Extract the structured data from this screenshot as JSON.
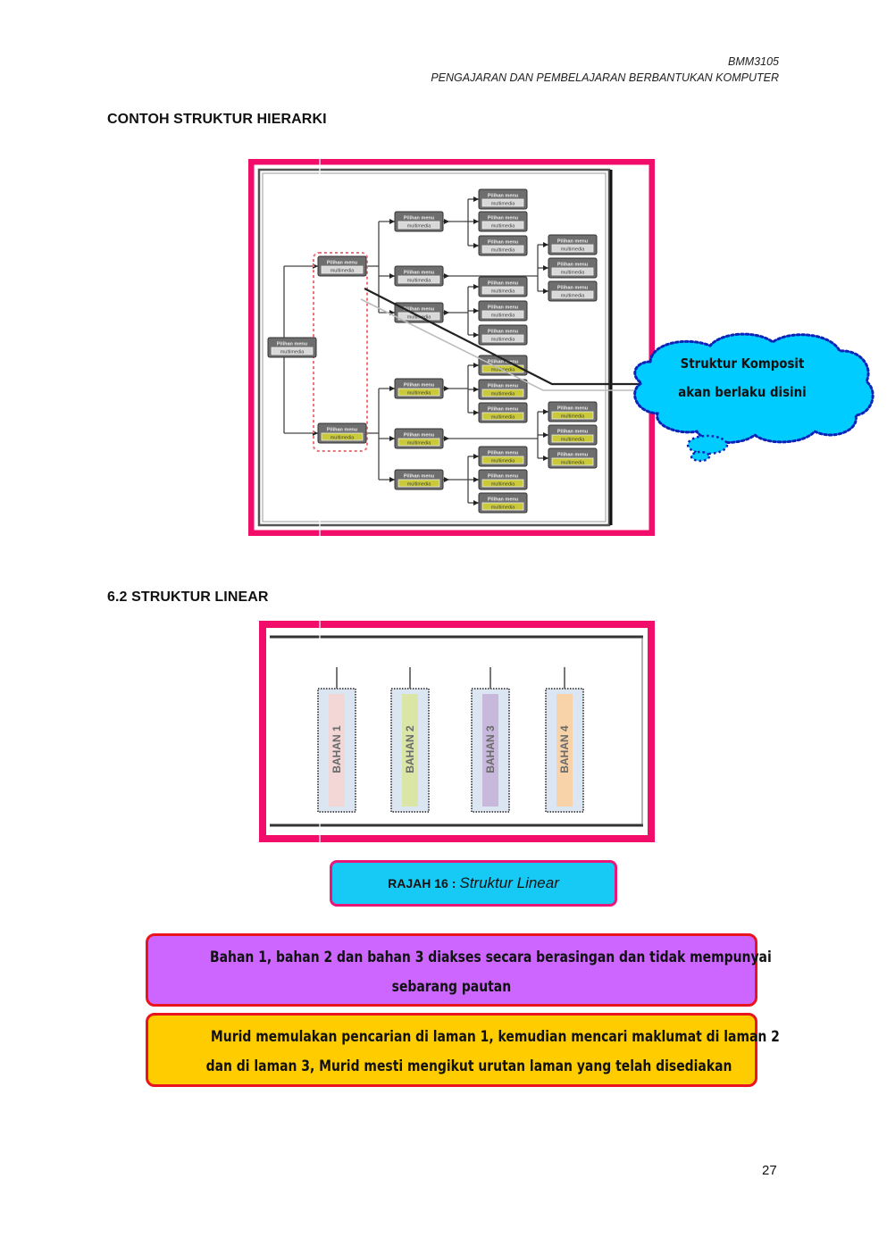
{
  "header": {
    "course_code": "BMM3105",
    "course_title": "PENGAJARAN DAN PEMBELAJARAN BERBANTUKAN KOMPUTER"
  },
  "sections": {
    "hierarchy_title": "CONTOH STRUKTUR HIERARKI",
    "linear_title": "6.2  STRUKTUR LINEAR"
  },
  "hierarchy_diagram": {
    "node_label_line1": "Pilihan menu",
    "node_label_line2": "multimedia",
    "colors": {
      "frame": "#f20d6a",
      "node_fill": "#6e6e6e",
      "node_sub_fill_top": "#d8d8d8",
      "node_sub_fill_bottom": "#c9c93a",
      "dashed_group": "#f0707a"
    },
    "nodes": [
      {
        "id": "root",
        "level": 0,
        "branch": "root"
      },
      {
        "id": "l1-top",
        "level": 1,
        "branch": "top",
        "parent": "root"
      },
      {
        "id": "l1-bottom",
        "level": 1,
        "branch": "bottom",
        "parent": "root"
      },
      {
        "id": "l2-t1",
        "level": 2,
        "branch": "top",
        "parent": "l1-top"
      },
      {
        "id": "l2-t2",
        "level": 2,
        "branch": "top",
        "parent": "l1-top"
      },
      {
        "id": "l2-t3",
        "level": 2,
        "branch": "top",
        "parent": "l1-top"
      },
      {
        "id": "l2-b1",
        "level": 2,
        "branch": "bottom",
        "parent": "l1-bottom"
      },
      {
        "id": "l2-b2",
        "level": 2,
        "branch": "bottom",
        "parent": "l1-bottom"
      },
      {
        "id": "l2-b3",
        "level": 2,
        "branch": "bottom",
        "parent": "l1-bottom"
      },
      {
        "id": "l3-t1a",
        "level": 3,
        "branch": "top",
        "parent": "l2-t1"
      },
      {
        "id": "l3-t1b",
        "level": 3,
        "branch": "top",
        "parent": "l2-t1"
      },
      {
        "id": "l3-t1c",
        "level": 3,
        "branch": "top",
        "parent": "l2-t1"
      },
      {
        "id": "l3-t3a",
        "level": 3,
        "branch": "top",
        "parent": "l2-t3"
      },
      {
        "id": "l3-t3b",
        "level": 3,
        "branch": "top",
        "parent": "l2-t3"
      },
      {
        "id": "l3-t3c",
        "level": 3,
        "branch": "top",
        "parent": "l2-t3"
      },
      {
        "id": "l3-b1a",
        "level": 3,
        "branch": "bottom",
        "parent": "l2-b1"
      },
      {
        "id": "l3-b1b",
        "level": 3,
        "branch": "bottom",
        "parent": "l2-b1"
      },
      {
        "id": "l3-b1c",
        "level": 3,
        "branch": "bottom",
        "parent": "l2-b1"
      },
      {
        "id": "l3-b3a",
        "level": 3,
        "branch": "bottom",
        "parent": "l2-b3"
      },
      {
        "id": "l3-b3b",
        "level": 3,
        "branch": "bottom",
        "parent": "l2-b3"
      },
      {
        "id": "l3-b3c",
        "level": 3,
        "branch": "bottom",
        "parent": "l2-b3"
      },
      {
        "id": "l4-t2a",
        "level": 4,
        "branch": "top",
        "parent": "l2-t2"
      },
      {
        "id": "l4-t2b",
        "level": 4,
        "branch": "top",
        "parent": "l2-t2"
      },
      {
        "id": "l4-t2c",
        "level": 4,
        "branch": "top",
        "parent": "l2-t2"
      },
      {
        "id": "l4-b2a",
        "level": 4,
        "branch": "bottom",
        "parent": "l2-b2"
      },
      {
        "id": "l4-b2b",
        "level": 4,
        "branch": "bottom",
        "parent": "l2-b2"
      },
      {
        "id": "l4-b2c",
        "level": 4,
        "branch": "bottom",
        "parent": "l2-b2"
      }
    ]
  },
  "cloud_callout": {
    "line1": "Struktur Komposit",
    "line2": "akan berlaku disini",
    "fill": "#00ccff",
    "border": "#0a23b8"
  },
  "linear_diagram": {
    "frame_color": "#f20d6a",
    "items": [
      {
        "label": "BAHAN 1",
        "color": "#f3d6d6"
      },
      {
        "label": "BAHAN 2",
        "color": "#d9e6a6"
      },
      {
        "label": "BAHAN 3",
        "color": "#c8b8dc"
      },
      {
        "label": "BAHAN 4",
        "color": "#f8d2a8"
      }
    ],
    "box_bg": "#dce6f2"
  },
  "caption": {
    "label_bold": "RAJAH 16 :",
    "label_italic": "Struktur Linear"
  },
  "notes": [
    {
      "line1": "Bahan 1, bahan 2 dan bahan 3 diakses secara berasingan dan tidak mempunyai",
      "line2": "sebarang pautan",
      "bg": "#cc66ff"
    },
    {
      "line1": "Murid memulakan pencarian di laman 1, kemudian mencari maklumat di laman 2",
      "line2": "dan  di laman 3, Murid mesti mengikut urutan laman yang telah disediakan",
      "bg": "#ffcc00"
    }
  ],
  "page_number": "27"
}
